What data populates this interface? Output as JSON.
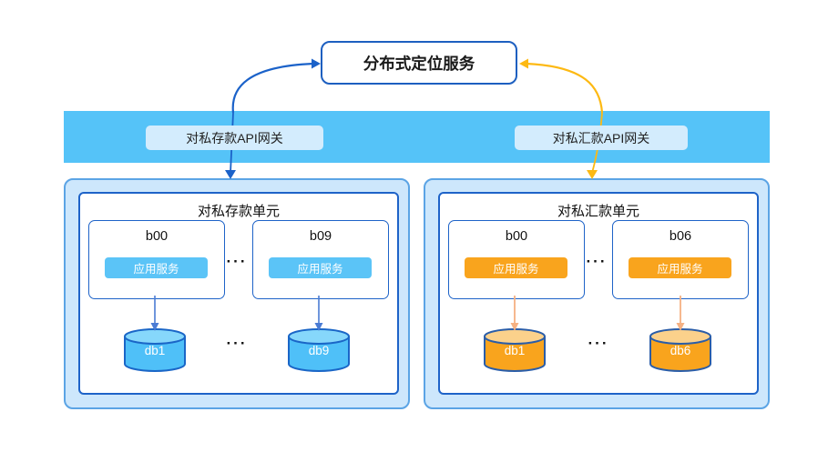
{
  "locator_service": {
    "label": "分布式定位服务"
  },
  "gateway_band": {
    "deposit_gateway": "对私存款API网关",
    "remit_gateway": "对私汇款API网关"
  },
  "deposit_unit": {
    "title": "对私存款单元",
    "node_a": {
      "name": "b00",
      "service": "应用服务"
    },
    "node_b": {
      "name": "b09",
      "service": "应用服务"
    },
    "node_ellipsis": "···",
    "db_a": "db1",
    "db_b": "db9",
    "db_ellipsis": "···"
  },
  "remit_unit": {
    "title": "对私汇款单元",
    "node_a": {
      "name": "b00",
      "service": "应用服务"
    },
    "node_b": {
      "name": "b06",
      "service": "应用服务"
    },
    "node_ellipsis": "···",
    "db_a": "db1",
    "db_b": "db6",
    "db_ellipsis": "···"
  },
  "colors": {
    "band_blue": "#55c3f8",
    "gateway_label_bg": "#d3ecfd",
    "unit_fill": "#cde7fc",
    "unit_border": "#5ba4e5",
    "inner_border": "#1e63c8",
    "service_pill_sky": "#5bc4f7",
    "service_pill_orange": "#f9a41d",
    "curve_arrow_blue": "#1b62c9",
    "curve_arrow_yellow": "#fdb913",
    "db_blue_fill": "#4fc0f8",
    "db_blue_top": "#86d7fb",
    "db_stroke_blue": "#1a66c7",
    "db_orange_fill": "#f9a41d",
    "db_orange_top": "#fbd18b",
    "thin_arrow_blue": "#4b7cd4",
    "thin_arrow_peach": "#f5b183"
  }
}
